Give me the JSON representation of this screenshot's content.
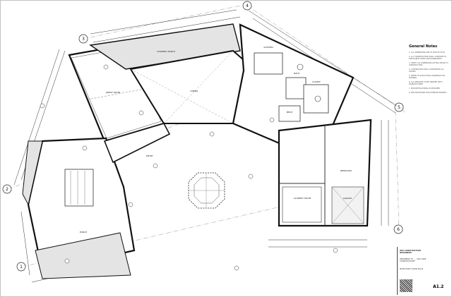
{
  "sheet": {
    "grid_markers": [
      "1",
      "2",
      "3",
      "4",
      "5",
      "6"
    ],
    "sheet_number": "A1.2",
    "rooms": {
      "great_room": "GREAT ROOM",
      "entry": "ENTRY",
      "dining": "DINING",
      "kitchen": "KITCHEN",
      "laundry": "LAUNDRY ROOM",
      "garage": "GARAGE",
      "bedroom": "BEDROOM",
      "bath": "BATH",
      "closet": "CLOSET",
      "mech": "MECH",
      "porch": "PORCH",
      "covered_porch": "COVERED PORCH"
    }
  },
  "notes": {
    "heading": "General Notes",
    "items": [
      "1. ALL DIMENSIONS ARE TO FACE OF STUD",
      "2. ALL CONSTRUCTION SHALL CONFORM TO APPLICABLE CODES AND ORDINANCES",
      "3. VERIFY ALL DIMENSIONS IN FIELD PRIOR TO CONSTRUCTION",
      "4. CONTRACTOR SHALL COORDINATE ALL TRADES",
      "5. REFER TO STRUCTURAL DRAWINGS FOR FRAMING",
      "6. ALL WINDOWS TO BE VERIFIED WITH MANUFACTURER",
      "7. PROVIDE BLOCKING AS REQUIRED",
      "8. SEE ELEVATIONS FOR EXTERIOR FINISHES"
    ]
  },
  "title_block": {
    "firm": "RVS CONSTRUCTION DESIGNERS",
    "project": "RESIDENCE AT ___ WAY ### CONSTRUCTION",
    "drawing": "MAIN LEVEL FLOOR PLAN"
  }
}
